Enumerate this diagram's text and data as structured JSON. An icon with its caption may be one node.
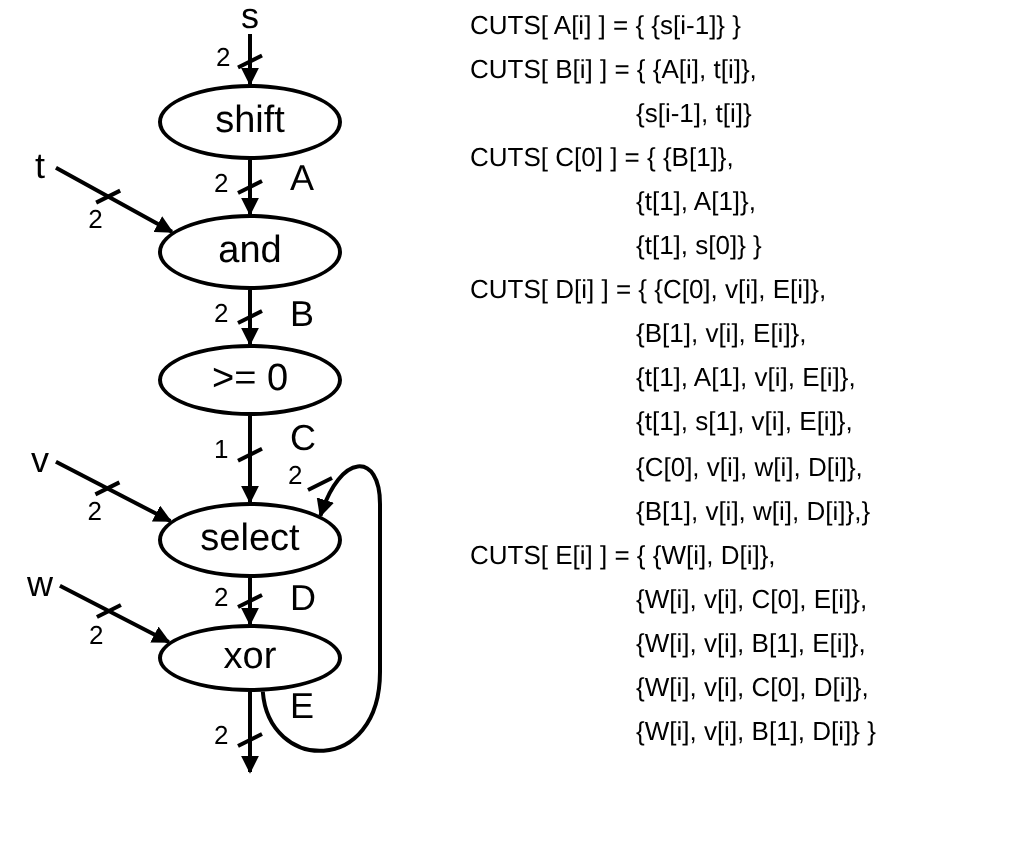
{
  "diagram": {
    "nodes": [
      {
        "text": [
          "s"
        ]
      },
      {
        "text": [
          "shift"
        ]
      },
      {
        "text": [
          "t"
        ]
      },
      {
        "text": [
          "and"
        ]
      },
      {
        "text": [
          ">= 0"
        ]
      },
      {
        "text": [
          "v"
        ]
      },
      {
        "text": [
          "select"
        ]
      },
      {
        "text": [
          "w"
        ]
      },
      {
        "text": [
          "xor"
        ]
      }
    ],
    "edges": [
      {
        "from": 0,
        "to": 1,
        "arrow": "to",
        "label": "2"
      },
      {
        "from": 1,
        "to": 3,
        "arrow": "to",
        "label": "2"
      },
      {
        "from": 2,
        "to": 3,
        "arrow": "to",
        "label": "2"
      },
      {
        "from": 3,
        "to": 4,
        "arrow": "to",
        "label": "2"
      },
      {
        "from": 4,
        "to": 6,
        "arrow": "to",
        "label": "1"
      },
      {
        "from": 5,
        "to": 6,
        "arrow": "to",
        "label": "2"
      },
      {
        "from": 8,
        "to": 6,
        "arrow": "to",
        "label": "2"
      },
      {
        "from": 6,
        "to": 8,
        "arrow": "to",
        "label": "2"
      },
      {
        "from": 7,
        "to": 8,
        "arrow": "to",
        "label": "2"
      },
      {
        "from": 8,
        "to": null,
        "arrow": "to",
        "label": "2"
      }
    ],
    "labels": [
      "A",
      "B",
      "C",
      "D",
      "E",
      "CUTS[ A[i] ] = { {s[i-1]} }",
      "CUTS[ B[i] ] = { {A[i], t[i]},",
      "{s[i-1], t[i]}",
      "CUTS[ C[0] ] = { {B[1]},",
      "{t[1], A[1]},",
      "{t[1], s[0]} }",
      "CUTS[ D[i] ] = { {C[0], v[i], E[i]},",
      "{B[1], v[i], E[i]},",
      "{t[1], A[1], v[i], E[i]},",
      "{t[1], s[1], v[i], E[i]},",
      "{C[0], v[i], w[i], D[i]},",
      "{B[1], v[i], w[i], D[i]},}",
      "CUTS[ E[i] ] = { {W[i], D[i]},",
      "{W[i], v[i], C[0], E[i]},",
      "{W[i], v[i], B[1], E[i]},",
      "{W[i], v[i], C[0], D[i]},",
      "{W[i], v[i], B[1], D[i]} }"
    ]
  }
}
